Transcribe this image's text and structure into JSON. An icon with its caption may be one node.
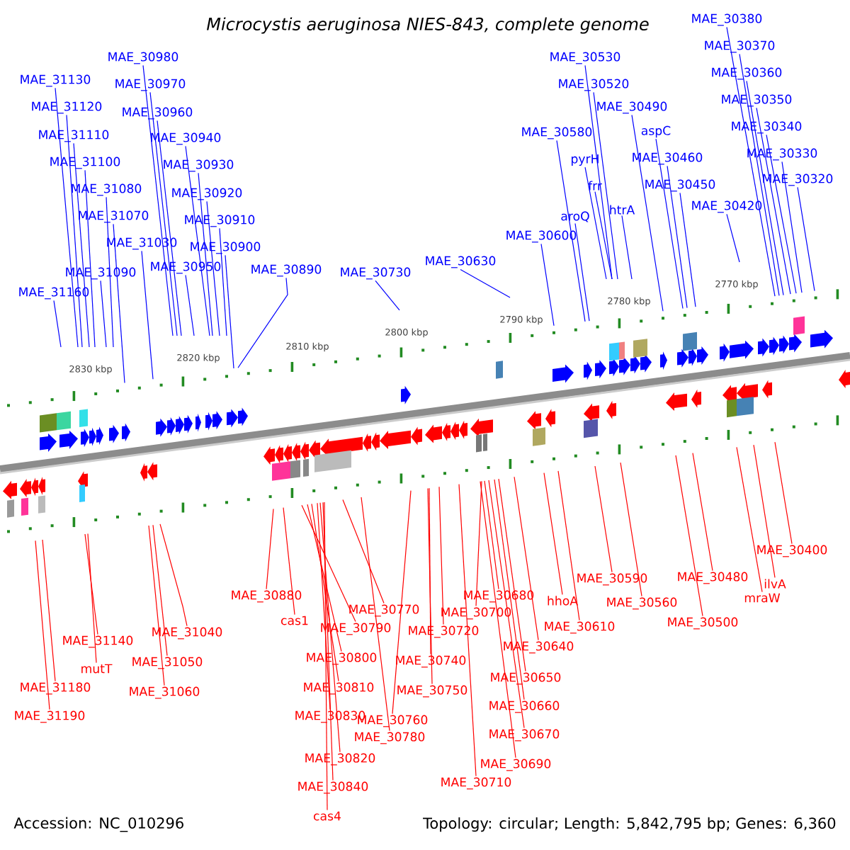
{
  "diagram": {
    "title": "Microcystis aeruginosa NIES-843, complete genome",
    "nodes": [
      {
        "text": [
          "MAE_30380"
        ]
      },
      {
        "text": [
          "MAE_30980"
        ]
      },
      {
        "text": [
          "MAE_30530"
        ]
      },
      {
        "text": [
          "MAE_31130"
        ]
      },
      {
        "text": [
          "MAE_30970"
        ]
      },
      {
        "text": [
          "MAE_30370"
        ]
      },
      {
        "text": [
          "MAE_30360"
        ]
      },
      {
        "text": [
          "MAE_30520"
        ]
      },
      {
        "text": [
          "MAE_31120"
        ]
      },
      {
        "text": [
          "MAE_30960"
        ]
      },
      {
        "text": [
          "MAE_30490"
        ]
      },
      {
        "text": [
          "MAE_30350"
        ]
      },
      {
        "text": [
          "MAE_31110"
        ]
      },
      {
        "text": [
          "MAE_30940"
        ]
      },
      {
        "text": [
          "MAE_30580"
        ]
      },
      {
        "text": [
          "aspC"
        ]
      },
      {
        "text": [
          "MAE_30340"
        ]
      },
      {
        "text": [
          "MAE_31100"
        ]
      },
      {
        "text": [
          "MAE_30930"
        ]
      },
      {
        "text": [
          "pyrH"
        ]
      },
      {
        "text": [
          "MAE_30460"
        ]
      },
      {
        "text": [
          "MAE_30330"
        ]
      },
      {
        "text": [
          "MAE_31080"
        ]
      },
      {
        "text": [
          "MAE_30920"
        ]
      },
      {
        "text": [
          "frr"
        ]
      },
      {
        "text": [
          "MAE_30450"
        ]
      },
      {
        "text": [
          "MAE_30320"
        ]
      },
      {
        "text": [
          "MAE_31070"
        ]
      },
      {
        "text": [
          "MAE_30910"
        ]
      },
      {
        "text": [
          "htrA"
        ]
      },
      {
        "text": [
          "MAE_30420"
        ]
      },
      {
        "text": [
          "aroQ"
        ]
      },
      {
        "text": [
          "MAE_31030"
        ]
      },
      {
        "text": [
          "MAE_30900"
        ]
      },
      {
        "text": [
          "MAE_30600"
        ]
      },
      {
        "text": [
          "MAE_30630"
        ]
      },
      {
        "text": [
          "MAE_30950"
        ]
      },
      {
        "text": [
          "MAE_31090"
        ]
      },
      {
        "text": [
          "MAE_30890"
        ]
      },
      {
        "text": [
          "MAE_30730"
        ]
      },
      {
        "text": [
          "MAE_31160"
        ]
      },
      {
        "text": [
          "MAE_30880"
        ]
      },
      {
        "text": [
          "MAE_30680"
        ]
      },
      {
        "text": [
          "MAE_30400"
        ]
      },
      {
        "text": [
          "MAE_30590"
        ]
      },
      {
        "text": [
          "MAE_30480"
        ]
      },
      {
        "text": [
          "ilvA"
        ]
      },
      {
        "text": [
          "mraW"
        ]
      },
      {
        "text": [
          "hhoA"
        ]
      },
      {
        "text": [
          "MAE_30560"
        ]
      },
      {
        "text": [
          "MAE_30770"
        ]
      },
      {
        "text": [
          "MAE_30700"
        ]
      },
      {
        "text": [
          "cas1"
        ]
      },
      {
        "text": [
          "MAE_30500"
        ]
      },
      {
        "text": [
          "MAE_30610"
        ]
      },
      {
        "text": [
          "MAE_30790"
        ]
      },
      {
        "text": [
          "MAE_31040"
        ]
      },
      {
        "text": [
          "MAE_30720"
        ]
      },
      {
        "text": [
          "MAE_31140"
        ]
      },
      {
        "text": [
          "MAE_30640"
        ]
      },
      {
        "text": [
          "MAE_30800"
        ]
      },
      {
        "text": [
          "MAE_30740"
        ]
      },
      {
        "text": [
          "MAE_31050"
        ]
      },
      {
        "text": [
          "mutT"
        ]
      },
      {
        "text": [
          "MAE_30650"
        ]
      },
      {
        "text": [
          "MAE_31180"
        ]
      },
      {
        "text": [
          "MAE_30810"
        ]
      },
      {
        "text": [
          "MAE_30750"
        ]
      },
      {
        "text": [
          "MAE_31060"
        ]
      },
      {
        "text": [
          "MAE_30660"
        ]
      },
      {
        "text": [
          "MAE_31190"
        ]
      },
      {
        "text": [
          "MAE_30830"
        ]
      },
      {
        "text": [
          "MAE_30760"
        ]
      },
      {
        "text": [
          "MAE_30670"
        ]
      },
      {
        "text": [
          "MAE_30780"
        ]
      },
      {
        "text": [
          "MAE_30820"
        ]
      },
      {
        "text": [
          "MAE_30690"
        ]
      },
      {
        "text": [
          "MAE_30710"
        ]
      },
      {
        "text": [
          "MAE_30840"
        ]
      },
      {
        "text": [
          "cas4"
        ]
      }
    ],
    "edges": [
      {
        "from": 0,
        "to": null,
        "arrow": "none"
      },
      {
        "from": 1,
        "to": null,
        "arrow": "none"
      },
      {
        "from": 2,
        "to": null,
        "arrow": "none"
      },
      {
        "from": 3,
        "to": null,
        "arrow": "none"
      },
      {
        "from": 4,
        "to": null,
        "arrow": "none"
      },
      {
        "from": 5,
        "to": null,
        "arrow": "none"
      },
      {
        "from": 6,
        "to": null,
        "arrow": "none"
      },
      {
        "from": 7,
        "to": null,
        "arrow": "none"
      },
      {
        "from": 8,
        "to": null,
        "arrow": "none"
      },
      {
        "from": 9,
        "to": null,
        "arrow": "none"
      },
      {
        "from": 10,
        "to": null,
        "arrow": "none"
      },
      {
        "from": 11,
        "to": null,
        "arrow": "none"
      },
      {
        "from": 12,
        "to": null,
        "arrow": "none"
      },
      {
        "from": 13,
        "to": null,
        "arrow": "none"
      },
      {
        "from": 14,
        "to": null,
        "arrow": "none"
      },
      {
        "from": 15,
        "to": null,
        "arrow": "none"
      },
      {
        "from": 16,
        "to": null,
        "arrow": "none"
      },
      {
        "from": 17,
        "to": null,
        "arrow": "none"
      },
      {
        "from": 18,
        "to": null,
        "arrow": "none"
      },
      {
        "from": 19,
        "to": null,
        "arrow": "none"
      },
      {
        "from": 20,
        "to": null,
        "arrow": "none"
      },
      {
        "from": 21,
        "to": null,
        "arrow": "none"
      },
      {
        "from": 22,
        "to": null,
        "arrow": "none"
      },
      {
        "from": 23,
        "to": null,
        "arrow": "none"
      },
      {
        "from": 24,
        "to": null,
        "arrow": "none"
      },
      {
        "from": 25,
        "to": null,
        "arrow": "none"
      },
      {
        "from": 26,
        "to": null,
        "arrow": "none"
      },
      {
        "from": 27,
        "to": null,
        "arrow": "none"
      },
      {
        "from": 28,
        "to": null,
        "arrow": "none"
      },
      {
        "from": 29,
        "to": null,
        "arrow": "none"
      },
      {
        "from": 30,
        "to": null,
        "arrow": "none"
      },
      {
        "from": 31,
        "to": null,
        "arrow": "none"
      },
      {
        "from": 32,
        "to": null,
        "arrow": "none"
      },
      {
        "from": 33,
        "to": null,
        "arrow": "none"
      },
      {
        "from": 34,
        "to": null,
        "arrow": "none"
      },
      {
        "from": 35,
        "to": null,
        "arrow": "none"
      },
      {
        "from": 36,
        "to": null,
        "arrow": "none"
      },
      {
        "from": 37,
        "to": null,
        "arrow": "none"
      },
      {
        "from": 38,
        "to": null,
        "arrow": "none"
      },
      {
        "from": 39,
        "to": null,
        "arrow": "none"
      },
      {
        "from": 40,
        "to": null,
        "arrow": "none"
      },
      {
        "from": 41,
        "to": null,
        "arrow": "none",
        "color": "#ff0000"
      },
      {
        "from": 42,
        "to": null,
        "arrow": "none",
        "color": "#ff0000"
      },
      {
        "from": 43,
        "to": null,
        "arrow": "none",
        "color": "#ff0000"
      },
      {
        "from": 44,
        "to": null,
        "arrow": "none",
        "color": "#ff0000"
      },
      {
        "from": 45,
        "to": null,
        "arrow": "none",
        "color": "#ff0000"
      },
      {
        "from": 46,
        "to": null,
        "arrow": "none",
        "color": "#ff0000"
      },
      {
        "from": 47,
        "to": null,
        "arrow": "none",
        "color": "#ff0000"
      },
      {
        "from": 48,
        "to": null,
        "arrow": "none",
        "color": "#ff0000"
      },
      {
        "from": 49,
        "to": null,
        "arrow": "none",
        "color": "#ff0000"
      },
      {
        "from": 50,
        "to": null,
        "arrow": "none",
        "color": "#ff0000"
      },
      {
        "from": 51,
        "to": null,
        "arrow": "none",
        "color": "#ff0000"
      },
      {
        "from": 52,
        "to": null,
        "arrow": "none",
        "color": "#ff0000"
      },
      {
        "from": 53,
        "to": null,
        "arrow": "none",
        "color": "#ff0000"
      },
      {
        "from": 54,
        "to": null,
        "arrow": "none",
        "color": "#ff0000"
      },
      {
        "from": 55,
        "to": null,
        "arrow": "none",
        "color": "#ff0000"
      },
      {
        "from": 56,
        "to": null,
        "arrow": "none",
        "color": "#ff0000"
      },
      {
        "from": 57,
        "to": null,
        "arrow": "none",
        "color": "#ff0000"
      },
      {
        "from": 58,
        "to": null,
        "arrow": "none",
        "color": "#ff0000"
      },
      {
        "from": 59,
        "to": null,
        "arrow": "none",
        "color": "#ff0000"
      },
      {
        "from": 60,
        "to": null,
        "arrow": "none",
        "color": "#ff0000"
      },
      {
        "from": 61,
        "to": null,
        "arrow": "none",
        "color": "#ff0000"
      },
      {
        "from": 62,
        "to": null,
        "arrow": "none",
        "color": "#ff0000"
      },
      {
        "from": 63,
        "to": null,
        "arrow": "none",
        "color": "#ff0000"
      },
      {
        "from": 64,
        "to": null,
        "arrow": "none",
        "color": "#ff0000"
      },
      {
        "from": 65,
        "to": null,
        "arrow": "none",
        "color": "#ff0000"
      },
      {
        "from": 66,
        "to": null,
        "arrow": "none",
        "color": "#ff0000"
      },
      {
        "from": 67,
        "to": null,
        "arrow": "none",
        "color": "#ff0000"
      },
      {
        "from": 68,
        "to": null,
        "arrow": "none",
        "color": "#ff0000"
      },
      {
        "from": 69,
        "to": null,
        "arrow": "none",
        "color": "#ff0000"
      },
      {
        "from": 70,
        "to": null,
        "arrow": "none",
        "color": "#ff0000"
      },
      {
        "from": 71,
        "to": null,
        "arrow": "none",
        "color": "#ff0000"
      },
      {
        "from": 72,
        "to": null,
        "arrow": "none",
        "color": "#ff0000"
      },
      {
        "from": 73,
        "to": null,
        "arrow": "none",
        "color": "#ff0000"
      },
      {
        "from": 74,
        "to": null,
        "arrow": "none",
        "color": "#ff0000"
      },
      {
        "from": 75,
        "to": null,
        "arrow": "none",
        "color": "#ff0000"
      },
      {
        "from": 76,
        "to": null,
        "arrow": "none",
        "color": "#ff0000"
      },
      {
        "from": 77,
        "to": null,
        "arrow": "none",
        "color": "#ff0000"
      },
      {
        "from": 78,
        "to": null,
        "arrow": "none",
        "color": "#ff0000"
      },
      {
        "from": 79,
        "to": null,
        "arrow": "none",
        "color": "#ff0000"
      }
    ],
    "labels": [
      "2830 kbp",
      "2820 kbp",
      "2810 kbp",
      "2800 kbp",
      "2790 kbp",
      "2780 kbp",
      "2770 kbp",
      "Accession: NC_010296",
      "Topology: circular; Length: 5,842,795 bp; Genes: 6,360"
    ]
  }
}
